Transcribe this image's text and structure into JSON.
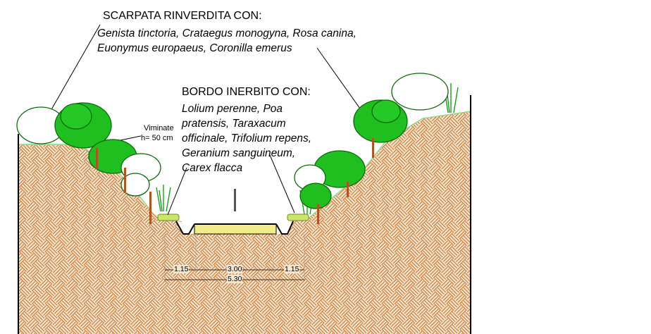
{
  "annotations": {
    "scarpata_title": "SCARPATA RINVERDITA CON:",
    "scarpata_species_line1": "Genista tinctoria, Crataegus monogyna, Rosa canina,",
    "scarpata_species_line2": "Euonymus europaeus, Coronilla emerus",
    "bordo_title": "BORDO INERBITO CON:",
    "bordo_species_line1": "Lolium perenne, Poa",
    "bordo_species_line2": "pratensis, Taraxacum",
    "bordo_species_line3": "officinale, Trifolium repens,",
    "bordo_species_line4": "Geranium sanguineum,",
    "bordo_species_line5": "Carex flacca",
    "viminate_label": "Viminate",
    "viminate_height": "h= 50 cm"
  },
  "dimensions": {
    "left_shoulder": "1.15",
    "carriageway": "3.00",
    "right_shoulder": "1.15",
    "total_width": "5.30"
  },
  "colors": {
    "soil_fill": "#f3e6cf",
    "soil_hatch": "#c8702a",
    "shrub_green": "#1fbf1f",
    "shrub_outline": "#0a6a0a",
    "grass_line": "#8ed88e",
    "trunk": "#b3541e",
    "pavement": "#f1ec8a",
    "lines": "#000000"
  },
  "icons": {
    "shrub": "shrub-icon",
    "grass_tuft": "grass-tuft-icon",
    "trunk": "trunk-icon"
  }
}
